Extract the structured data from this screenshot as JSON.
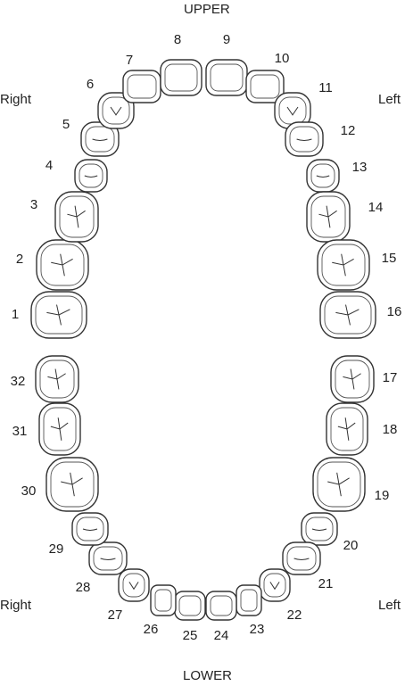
{
  "labels": {
    "upper": "UPPER",
    "lower": "LOWER",
    "right_top": "Right",
    "left_top": "Left",
    "right_bottom": "Right",
    "left_bottom": "Left"
  },
  "teeth": [
    {
      "number": "1"
    },
    {
      "number": "2"
    },
    {
      "number": "3"
    },
    {
      "number": "4"
    },
    {
      "number": "5"
    },
    {
      "number": "6"
    },
    {
      "number": "7"
    },
    {
      "number": "8"
    },
    {
      "number": "9"
    },
    {
      "number": "10"
    },
    {
      "number": "11"
    },
    {
      "number": "12"
    },
    {
      "number": "13"
    },
    {
      "number": "14"
    },
    {
      "number": "15"
    },
    {
      "number": "16"
    },
    {
      "number": "17"
    },
    {
      "number": "18"
    },
    {
      "number": "19"
    },
    {
      "number": "20"
    },
    {
      "number": "21"
    },
    {
      "number": "22"
    },
    {
      "number": "23"
    },
    {
      "number": "24"
    },
    {
      "number": "25"
    },
    {
      "number": "26"
    },
    {
      "number": "27"
    },
    {
      "number": "28"
    },
    {
      "number": "29"
    },
    {
      "number": "30"
    },
    {
      "number": "31"
    },
    {
      "number": "32"
    }
  ]
}
